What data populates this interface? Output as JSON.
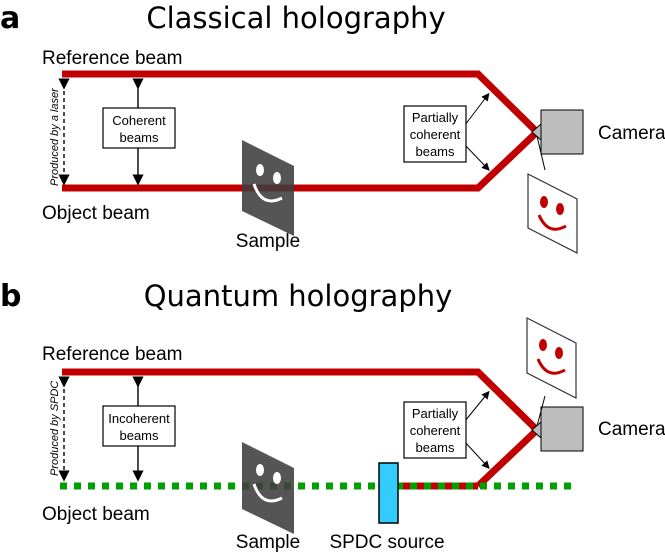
{
  "panel_a": {
    "letter": "a",
    "title": "Classical holography",
    "reference_label": "Reference beam",
    "object_label": "Object beam",
    "side_label": "Produced by a laser",
    "box_left": [
      "Coherent",
      "beams"
    ],
    "box_right": [
      "Partially",
      "coherent",
      "beams"
    ],
    "sample_label": "Sample",
    "camera_label": "Camera"
  },
  "panel_b": {
    "letter": "b",
    "title": "Quantum holography",
    "reference_label": "Reference beam",
    "object_label": "Object beam",
    "side_label": "Produced by SPDC",
    "box_left": [
      "Incoherent",
      "beams"
    ],
    "box_right": [
      "Partially",
      "coherent",
      "beams"
    ],
    "sample_label": "Sample",
    "source_label": "SPDC source",
    "camera_label": "Camera"
  },
  "colors": {
    "beam_red": "#c00000",
    "beam_green": "#00a000",
    "spdc_blue": "#33ccff",
    "camera_gray": "#bdbdbd",
    "sample_dark": "#3d3d3d",
    "smiley_red": "#c00000"
  }
}
